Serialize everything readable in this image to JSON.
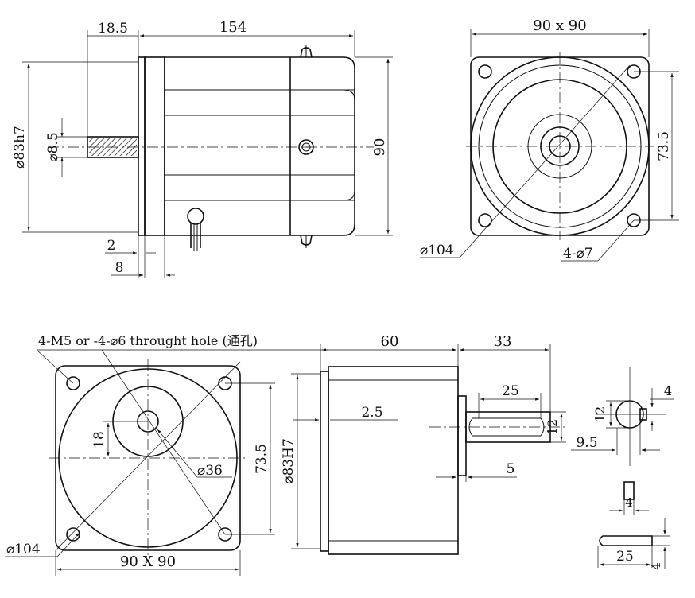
{
  "labels": {
    "top_flange_width": "18.5",
    "top_body_length": "154",
    "top_pilot": "⌀83h7",
    "top_shaft": "⌀8.5",
    "top_height": "90",
    "top_gap": "2",
    "top_flange": "8",
    "front_square": "90 x 90",
    "front_pcd": "⌀104",
    "front_holes": "4-⌀7",
    "front_hole_spacing": "73.5",
    "gear_note": "4-M5 or -4-⌀6 throught hole (通孔)",
    "gear_offset": "18",
    "gear_boss": "⌀36",
    "gear_spacing": "73.5",
    "gear_pcd": "⌀104",
    "gear_square": "90 X 90",
    "gear_length": "60",
    "gear_shaft_length": "33",
    "gear_key_length": "25",
    "gear_step": "2.5",
    "gear_pilot": "⌀83H7",
    "gear_shaft_dia": "12",
    "gear_shoulder": "5",
    "section_key_h": "4",
    "section_dia": "12",
    "section_depth": "9.5",
    "key_width": "4",
    "key_length": "25",
    "key_height": "4"
  }
}
